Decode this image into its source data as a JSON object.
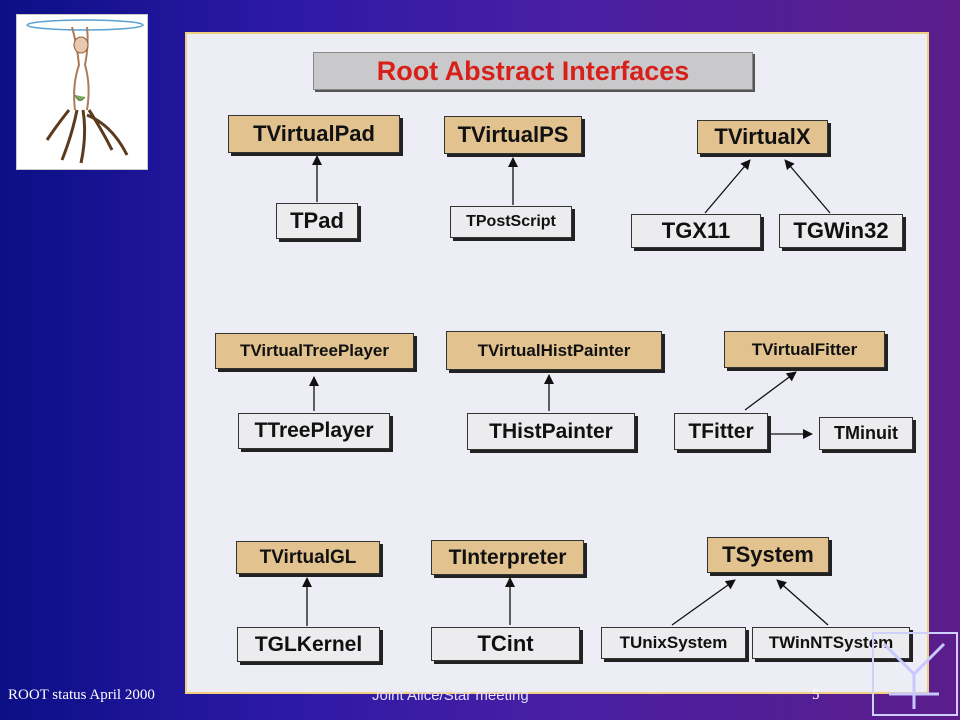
{
  "title": "Root Abstract Interfaces",
  "interfaces": {
    "tvirtualpad": "TVirtualPad",
    "tvirtualps": "TVirtualPS",
    "tvirtualx": "TVirtualX",
    "tvirtualtreeplayer": "TVirtualTreePlayer",
    "tvirtualhistpainter": "TVirtualHistPainter",
    "tvirtualfitter": "TVirtualFitter",
    "tvirtualgl": "TVirtualGL",
    "tinterpreter": "TInterpreter",
    "tsystem": "TSystem"
  },
  "implementations": {
    "tpad": "TPad",
    "tpostscript": "TPostScript",
    "tgx11": "TGX11",
    "tgwin32": "TGWin32",
    "ttreeplayer": "TTreePlayer",
    "thistpainter": "THistPainter",
    "tfitter": "TFitter",
    "tminuit": "TMinuit",
    "tglkernel": "TGLKernel",
    "tcint": "TCint",
    "tunixsystem": "TUnixSystem",
    "twinntsystem": "TWinNTSystem"
  },
  "footer": {
    "left": "ROOT status April 2000",
    "center": "Joint Alice/Star meeting",
    "right": "5"
  }
}
